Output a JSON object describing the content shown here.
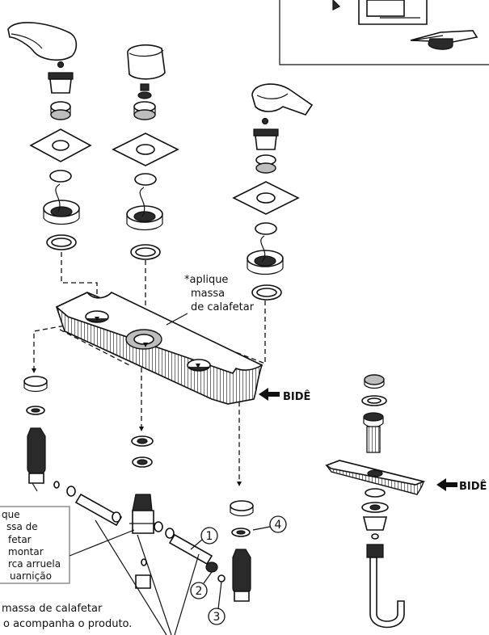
{
  "annotations": {
    "apply_sealant": [
      "*aplique",
      "massa",
      "de calafetar"
    ],
    "box_note": [
      "que",
      "ssa de",
      "fetar",
      "montar",
      "rca arruela",
      "uarnição"
    ],
    "bottom_note": [
      "massa de calafetar",
      "o acompanha o produto."
    ]
  },
  "labels": {
    "bide_main": "BIDÊ",
    "bide_detail": "BIDÊ"
  },
  "callouts": [
    "1",
    "2",
    "3",
    "4"
  ]
}
